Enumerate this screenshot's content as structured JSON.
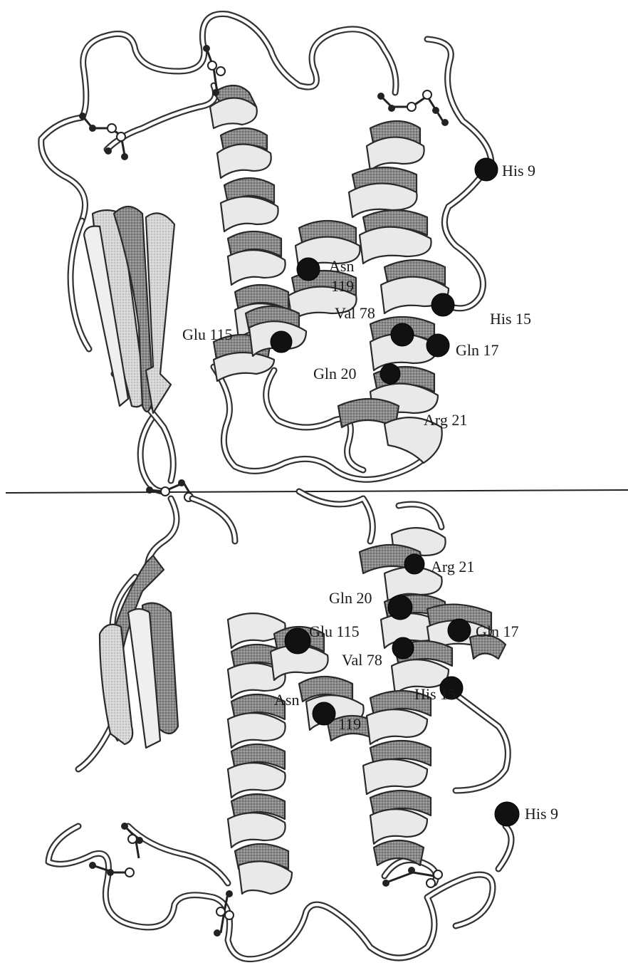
{
  "figure": {
    "top_molecule_labels": {
      "his9": "His 9",
      "asn": "Asn",
      "asn_num": "119",
      "his15": "His 15",
      "val78": "Val 78",
      "glu115": "Glu 115",
      "gln17": "Gln 17",
      "gln20": "Gln 20",
      "arg21": "Arg 21"
    },
    "bottom_molecule_labels": {
      "arg21": "Arg 21",
      "gln20": "Gln 20",
      "glu115": "Glu 115",
      "gln17": "Gln 17",
      "val78": "Val 78",
      "asn": "Asn",
      "asn_num": "119",
      "his15": "His 15",
      "his9": "His 9"
    },
    "colors": {
      "ribbon_light": "#e9e9e9",
      "ribbon_dark": "#7a7a7a",
      "residue": "#111111",
      "line": "#222222"
    }
  }
}
